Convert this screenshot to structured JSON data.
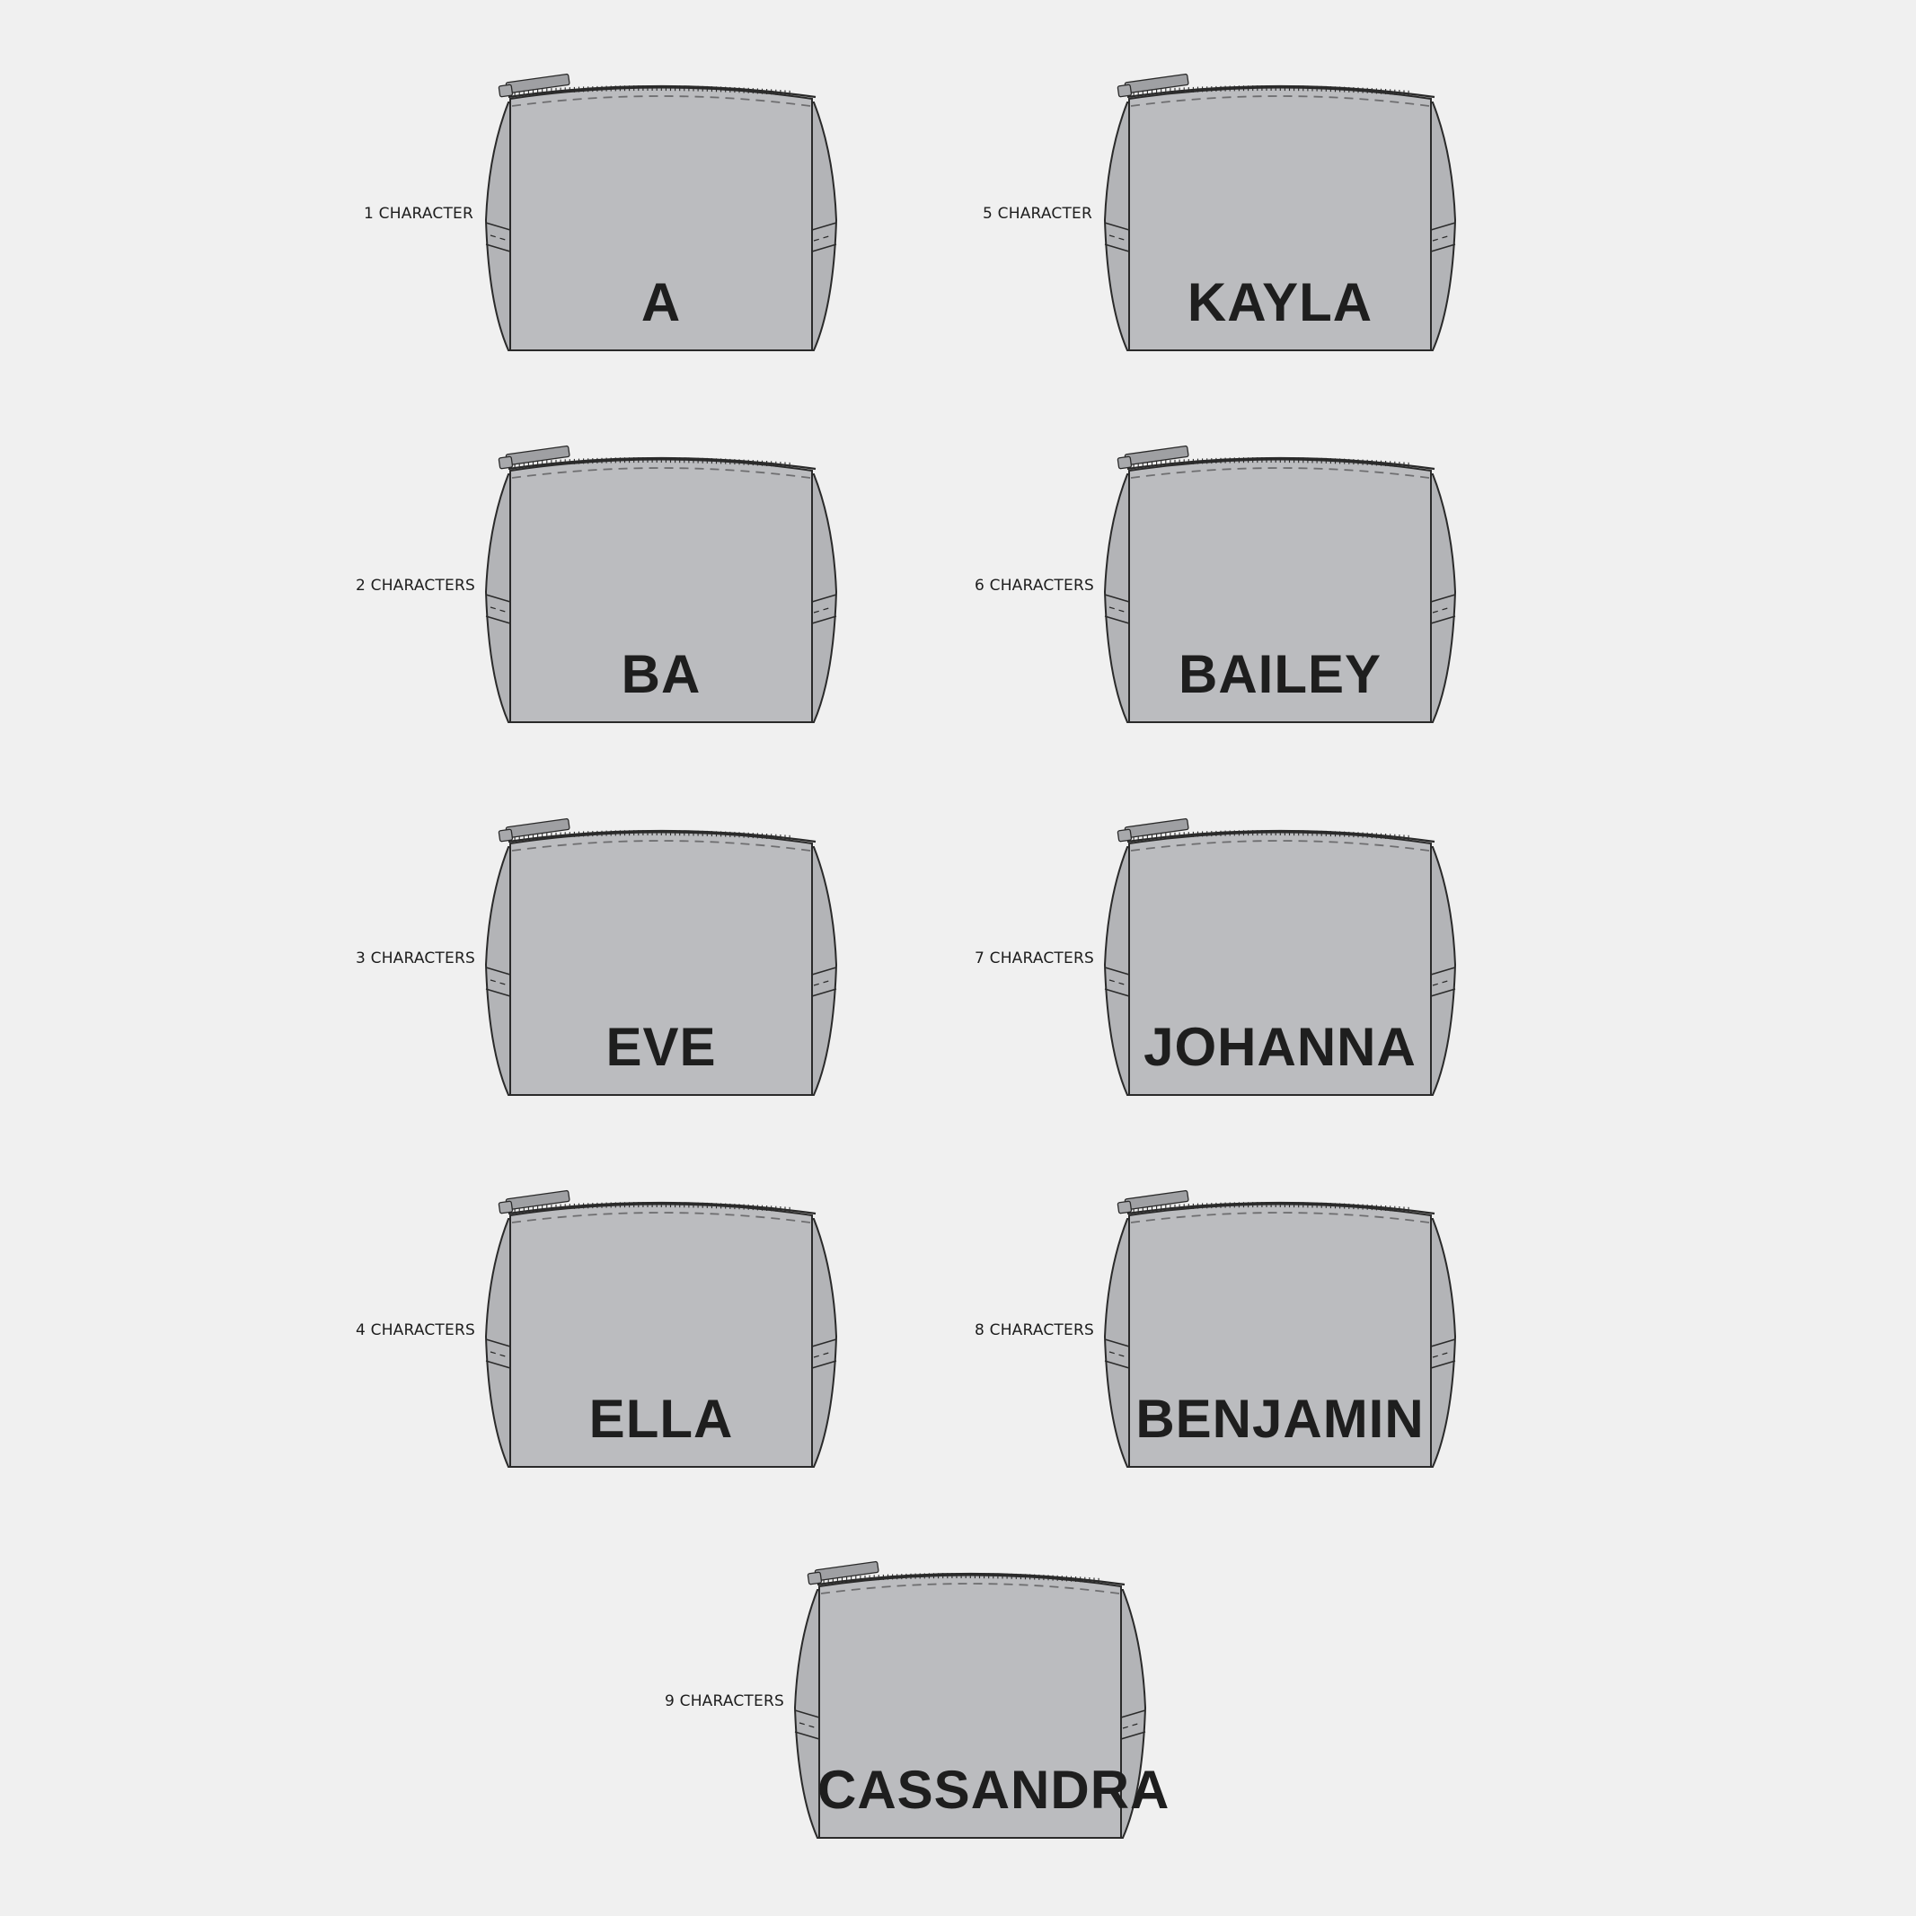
{
  "pouches": [
    {
      "size_label": "1 CHARACTER",
      "name": "A"
    },
    {
      "size_label": "5 CHARACTER",
      "name": "KAYLA"
    },
    {
      "size_label": "2 CHARACTERS",
      "name": "BA"
    },
    {
      "size_label": "6 CHARACTERS",
      "name": "BAILEY"
    },
    {
      "size_label": "3 CHARACTERS",
      "name": "EVE"
    },
    {
      "size_label": "7 CHARACTERS",
      "name": "JOHANNA"
    },
    {
      "size_label": "4 CHARACTERS",
      "name": "ELLA"
    },
    {
      "size_label": "8 CHARACTERS",
      "name": "BENJAMIN"
    },
    {
      "size_label": "9 CHARACTERS",
      "name": "CASSANDRA"
    }
  ],
  "colors": {
    "background": "#f0f0f0",
    "pouch_front": "#bbbcbf",
    "pouch_side": "#b3b4b7",
    "outline": "#2a2a2a",
    "text": "#1e1e1e"
  }
}
